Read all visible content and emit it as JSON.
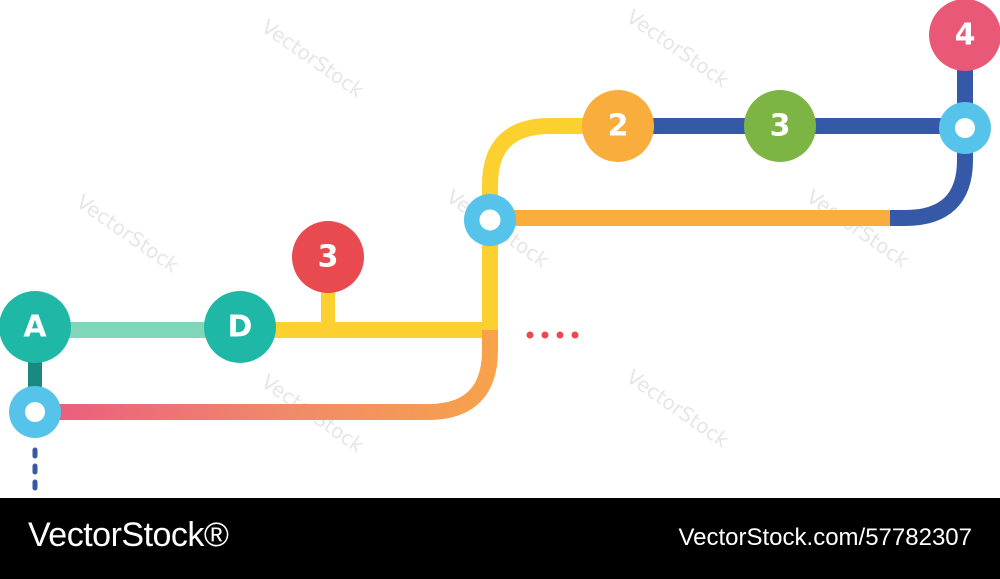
{
  "diagram": {
    "nodes": {
      "a": "A",
      "d": "D",
      "three_left": "3",
      "two": "2",
      "three_right": "3",
      "four": "4"
    },
    "colors": {
      "teal_node": "#1fb8a6",
      "mint_line": "#7fd6b8",
      "red_node": "#e84a4f",
      "yellow_line": "#fcd12f",
      "orange_line": "#f8ad3c",
      "pink_line": "#ea5a80",
      "navy_line": "#3559a6",
      "green_node": "#7db544",
      "pink_node": "#ea5878",
      "junction_blue": "#56c3ea"
    }
  },
  "watermark": {
    "text": "VectorStock"
  },
  "footer": {
    "brand": "VectorStock®",
    "ref": "VectorStock.com/57782307"
  }
}
